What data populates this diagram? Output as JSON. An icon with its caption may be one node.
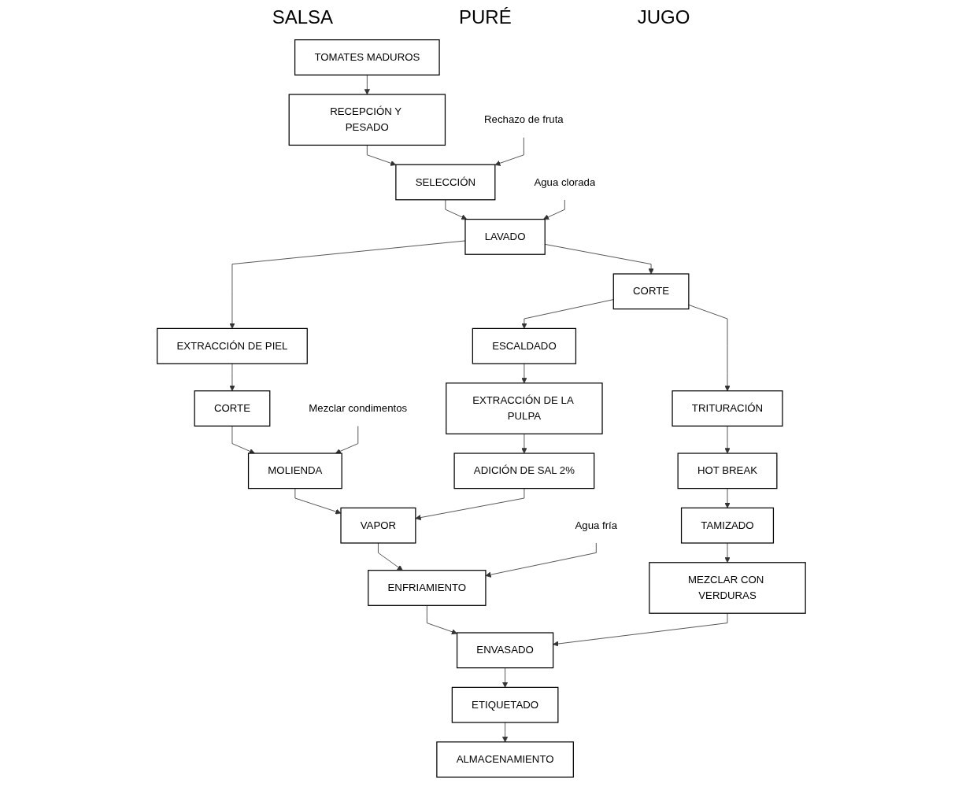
{
  "diagram": {
    "nodes": [
      {
        "text": [
          "TOMATES MADUROS"
        ]
      },
      {
        "text": [
          "RECEPCIÓN Y PESADO"
        ]
      },
      {
        "text": [
          "Rechazo de fruta"
        ]
      },
      {
        "text": [
          "SELECCIÓN"
        ]
      },
      {
        "text": [
          "Agua clorada"
        ]
      },
      {
        "text": [
          "LAVADO"
        ]
      },
      {
        "text": [
          "CORTE"
        ]
      },
      {
        "text": [
          "TRITURACIÓN"
        ]
      },
      {
        "text": [
          "EXTRACCIÓN DE PIEL"
        ]
      },
      {
        "text": [
          "ESCALDADO"
        ]
      },
      {
        "text": [
          "HOT BREAK"
        ]
      },
      {
        "text": [
          "CORTE"
        ]
      },
      {
        "text": [
          "EXTRACCIÓN DE LA PULPA"
        ]
      },
      {
        "text": [
          "TAMIZADO"
        ]
      },
      {
        "text": [
          "Mezclar condimentos"
        ]
      },
      {
        "text": [
          "MOLIENDA"
        ]
      },
      {
        "text": [
          "ADICIÓN DE SAL 2%"
        ]
      },
      {
        "text": [
          "MEZCLAR CON VERDURAS"
        ]
      },
      {
        "text": [
          "VAPOR"
        ]
      },
      {
        "text": [
          "Agua fría"
        ]
      },
      {
        "text": [
          "ENFRIAMIENTO"
        ]
      },
      {
        "text": [
          "ENVASADO"
        ]
      },
      {
        "text": [
          "ETIQUETADO"
        ]
      },
      {
        "text": [
          "ALMACENAMIENTO"
        ]
      }
    ],
    "edges": [
      {
        "from": 0,
        "to": 1,
        "arrow": "to"
      },
      {
        "from": 1,
        "to": 3,
        "arrow": "to"
      },
      {
        "from": 2,
        "to": 3,
        "arrow": "to"
      },
      {
        "from": 3,
        "to": 5,
        "arrow": "to"
      },
      {
        "from": 4,
        "to": 5,
        "arrow": "to"
      },
      {
        "from": 5,
        "to": 6,
        "arrow": "to"
      },
      {
        "from": 6,
        "to": 7,
        "arrow": "to"
      },
      {
        "from": 5,
        "to": 8,
        "arrow": "to"
      },
      {
        "from": 6,
        "to": 9,
        "arrow": "to"
      },
      {
        "from": 7,
        "to": 10,
        "arrow": "to"
      },
      {
        "from": 8,
        "to": 11,
        "arrow": "to"
      },
      {
        "from": 9,
        "to": 12,
        "arrow": "to"
      },
      {
        "from": 10,
        "to": 13,
        "arrow": "to"
      },
      {
        "from": 11,
        "to": 15,
        "arrow": "to"
      },
      {
        "from": 12,
        "to": 16,
        "arrow": "to"
      },
      {
        "from": 13,
        "to": 17,
        "arrow": "to"
      },
      {
        "from": 14,
        "to": 15,
        "arrow": "to"
      },
      {
        "from": 15,
        "to": 18,
        "arrow": "to"
      },
      {
        "from": 16,
        "to": 18,
        "arrow": "to"
      },
      {
        "from": 18,
        "to": 20,
        "arrow": "to"
      },
      {
        "from": 19,
        "to": 20,
        "arrow": "to"
      },
      {
        "from": 20,
        "to": 21,
        "arrow": "to"
      },
      {
        "from": 17,
        "to": 21,
        "arrow": "to"
      },
      {
        "from": 21,
        "to": 22,
        "arrow": "to"
      },
      {
        "from": 22,
        "to": 23,
        "arrow": "to"
      }
    ],
    "labels": [
      "SALSA",
      "PURÉ",
      "JUGO"
    ]
  }
}
